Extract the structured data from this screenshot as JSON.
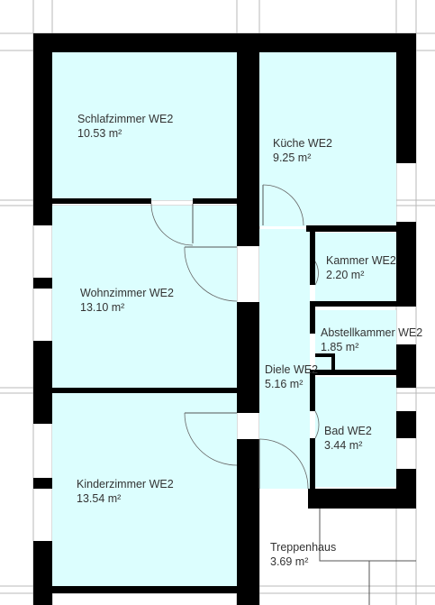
{
  "colors": {
    "room_fill": "#dcfefe",
    "wall": "#000000",
    "grid_line": "#b8b8b8",
    "label": "#333333"
  },
  "rooms": [
    {
      "name": "Schlafzimmer WE2",
      "area": "10.53 m²"
    },
    {
      "name": "Küche WE2",
      "area": "9.25 m²"
    },
    {
      "name": "Wohnzimmer WE2",
      "area": "13.10 m²"
    },
    {
      "name": "Kammer WE2",
      "area": "2.20 m²"
    },
    {
      "name": "Abstellkammer WE2",
      "area": "1.85 m²"
    },
    {
      "name": "Diele WE2",
      "area": "5.16 m²"
    },
    {
      "name": "Bad WE2",
      "area": "3.44 m²"
    },
    {
      "name": "Kinderzimmer WE2",
      "area": "13.54 m²"
    },
    {
      "name": "Treppenhaus",
      "area": "3.69 m²"
    }
  ]
}
